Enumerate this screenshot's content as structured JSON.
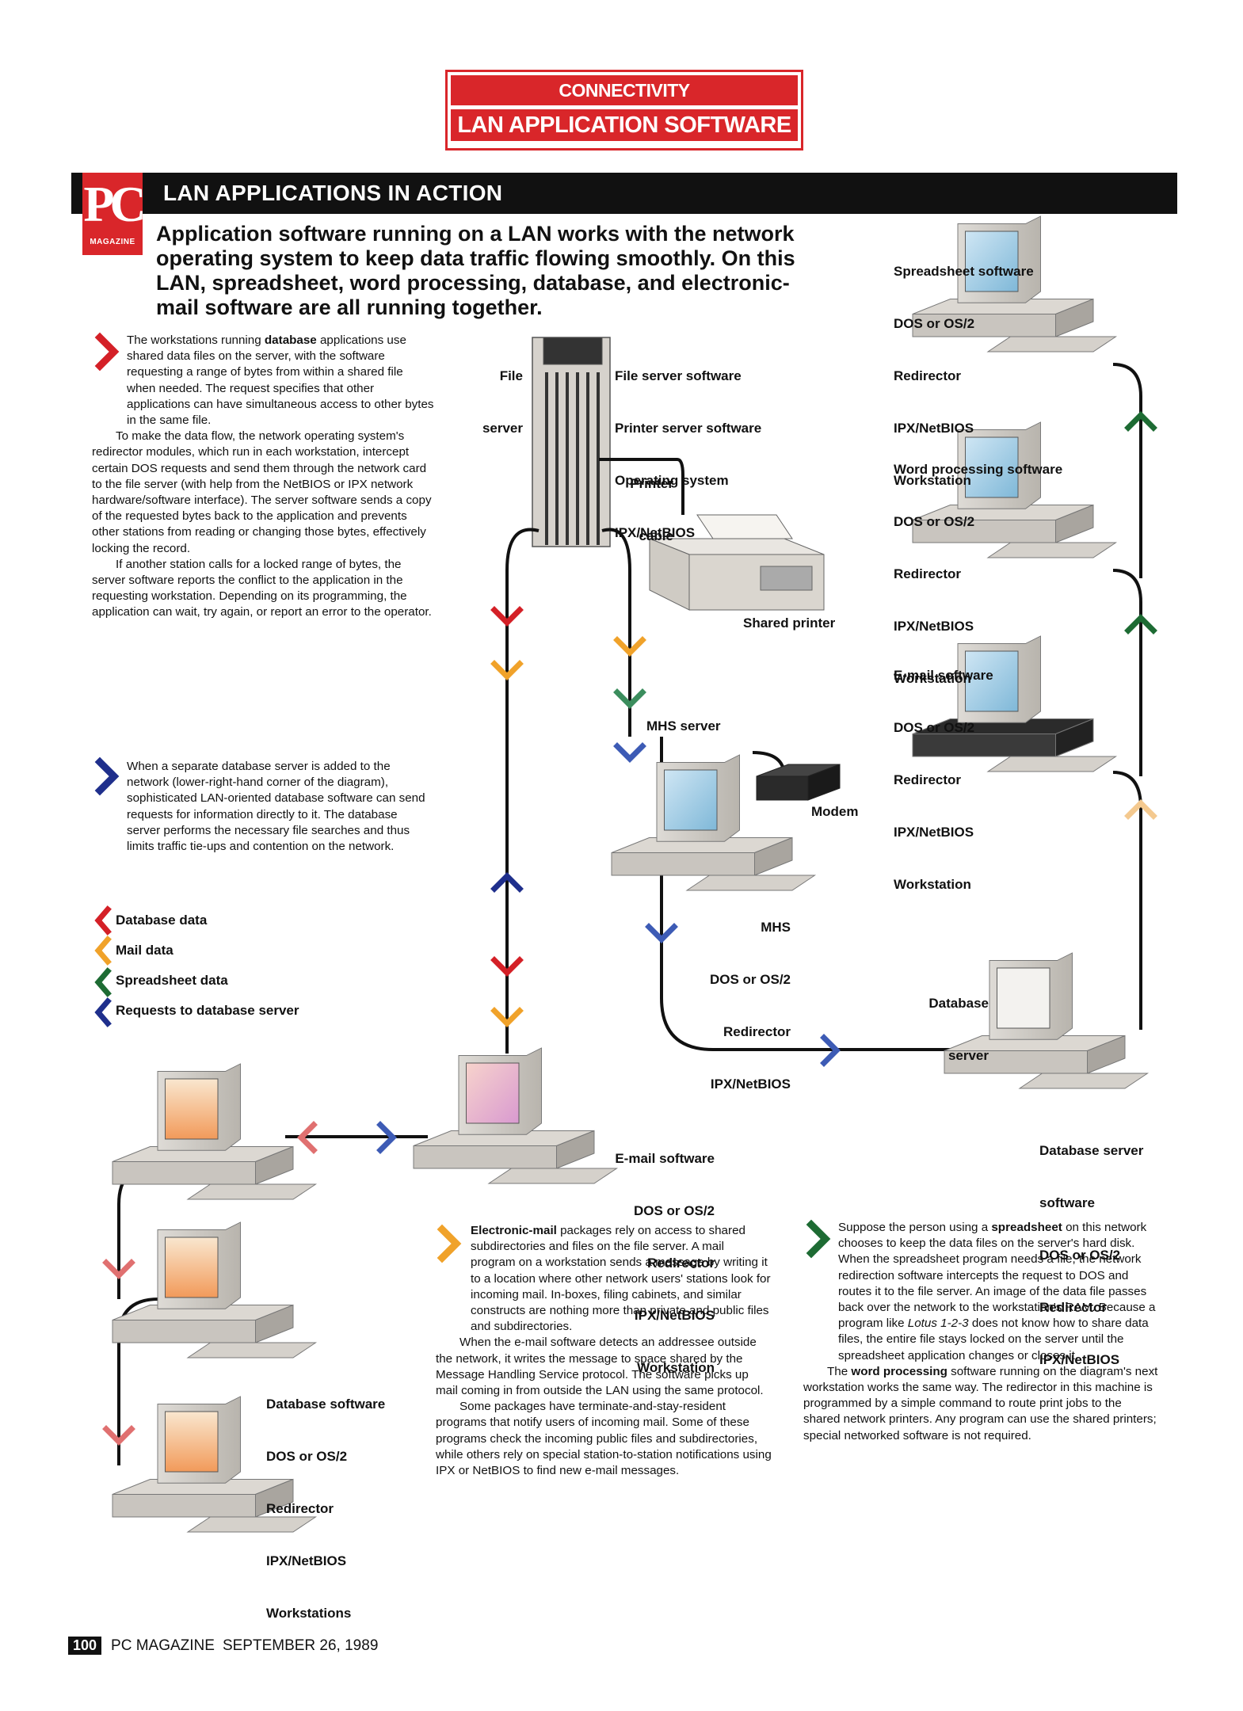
{
  "section": {
    "category": "CONNECTIVITY",
    "title": "LAN APPLICATION SOFTWARE"
  },
  "banner": {
    "title": "LAN APPLICATIONS IN ACTION",
    "logo_text": "PC",
    "logo_sub": "MAGAZINE"
  },
  "intro": "Application software running on a LAN works with the network operating system to keep data traffic flowing smoothly. On this LAN, spreadsheet, word processing, database, and electronic-mail software are all running together.",
  "col1": {
    "p1_lead": "The workstations running ",
    "p1_bold": "database",
    "p1_rest": " applications use shared data files on the server, with the software requesting a range of bytes from within a shared file when needed. The request specifies that other applications can have simultaneous access to other bytes in the same file.",
    "p2": "To make the data flow, the network operating system's redirector modules, which run in each workstation, intercept certain DOS requests and send them through the network card to the file server (with help from the NetBIOS or IPX network hardware/software interface). The server software sends a copy of the requested bytes back to the application and prevents other stations from reading or changing those bytes, effectively locking the record.",
    "p3": "If another station calls for a locked range of bytes, the server software reports the conflict to the application in the requesting workstation. Depending on its programming, the application can wait, try again, or report an error to the operator.",
    "p4": "When a separate database server is added to the network (lower-right-hand corner of the diagram), sophisticated LAN-oriented database software can send requests for information directly to it. The database server performs the necessary file searches and thus limits traffic tie-ups and contention on the network."
  },
  "legend": [
    {
      "label": "Database data",
      "color": "#d42027"
    },
    {
      "label": "Mail data",
      "color": "#f0a22a"
    },
    {
      "label": "Spreadsheet data",
      "color": "#1d6b33"
    },
    {
      "label": "Requests to database server",
      "color": "#1f2f8c"
    }
  ],
  "labels": {
    "file_server_1": "File",
    "file_server_2": "server",
    "fs_software": [
      "File server software",
      "Printer server software",
      "Operating system",
      "IPX/NetBIOS"
    ],
    "printer_cable": [
      "Printer",
      "cable"
    ],
    "shared_printer": "Shared printer",
    "mhs_server": "MHS server",
    "modem": "Modem",
    "mhs_stack": [
      "MHS",
      "DOS or OS/2",
      "Redirector",
      "IPX/NetBIOS"
    ],
    "spreadsheet_ws": [
      "Spreadsheet software",
      "DOS or OS/2",
      "Redirector",
      "IPX/NetBIOS",
      "Workstation"
    ],
    "word_ws": [
      "Word processing software",
      "DOS or OS/2",
      "Redirector",
      "IPX/NetBIOS",
      "Workstation"
    ],
    "email_ws_right": [
      "E-mail software",
      "DOS or OS/2",
      "Redirector",
      "IPX/NetBIOS",
      "Workstation"
    ],
    "db_server": [
      "Database",
      "server"
    ],
    "db_server_stack": [
      "Database server",
      "software",
      "DOS or OS/2",
      "Redirector",
      "IPX/NetBIOS"
    ],
    "email_ws_center": [
      "E-mail software",
      "DOS or OS/2",
      "Redirector",
      "IPX/NetBIOS",
      "Workstation"
    ],
    "db_ws_left": [
      "Database software",
      "DOS or OS/2",
      "Redirector",
      "IPX/NetBIOS",
      "Workstations"
    ]
  },
  "col2": {
    "p1_bold": "Electronic-mail",
    "p1_rest": " packages rely on access to shared subdirectories and files on the file server. A mail program on a workstation sends a message by writing it to a location where other network users' stations look for incoming mail. In-boxes, filing cabinets, and similar constructs are nothing more than private and public files and subdirectories.",
    "p2": "When the e-mail software detects an addressee outside the network, it writes the message to space shared by the Message Handling Service protocol. The software picks up mail coming in from outside the LAN using the same protocol.",
    "p3": "Some packages have terminate-and-stay-resident programs that notify users of incoming mail. Some of these programs check the incoming public files and subdirectories, while others rely on special station-to-station notifications using IPX or NetBIOS to find new e-mail messages."
  },
  "col3": {
    "p1_lead": "Suppose the person using a ",
    "p1_bold": "spreadsheet",
    "p1_rest": " on this network chooses to keep the data files on the server's hard disk. When the spreadsheet program needs a file, the network redirection software intercepts the request to DOS and routes it to the file server. An image of the data file passes back over the network to the workstation's RAM. Because a program like ",
    "p1_italic": "Lotus 1-2-3",
    "p1_end": " does not know how to share data files, the entire file stays locked on the server until the spreadsheet application changes or closes it.",
    "p2_lead": "The ",
    "p2_bold": "word processing",
    "p2_rest": " software running on the diagram's next workstation works the same way. The redirector in this machine is programmed by a simple command to route print jobs to the shared network printers. Any program can use the shared printers; special networked software is not required."
  },
  "footer": {
    "page": "100",
    "magazine": "PC MAGAZINE",
    "date": "SEPTEMBER 26, 1989"
  }
}
